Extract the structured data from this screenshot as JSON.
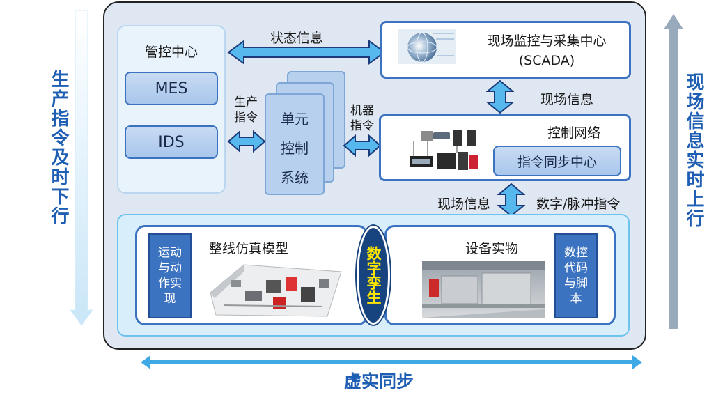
{
  "left_vertical": "生产指令及时下行",
  "right_vertical": "现场信息实时上行",
  "bottom_label": "虚实同步",
  "mgmt": {
    "title": "管控中心",
    "mes": "MES",
    "ids": "IDS"
  },
  "scada": {
    "title": "现场监控与采集中心",
    "subtitle": "(SCADA)"
  },
  "status_label": "状态信息",
  "field_info_1": "现场信息",
  "control_net": {
    "title": "控制网络",
    "sync": "指令同步中心"
  },
  "unit": {
    "label": "单元控制系统"
  },
  "prod_cmd": "生产指令",
  "machine_cmd": "机器指令",
  "field_info_2": "现场信息",
  "digital_cmd": "数字/脉冲指令",
  "sim": {
    "title": "整线仿真模型",
    "side": "运动与动作实现"
  },
  "equip": {
    "title": "设备实物",
    "side": "数控代码与脚本"
  },
  "twin": "数字孪生",
  "colors": {
    "accent": "#3c73c0",
    "arrow": "#56b8ec",
    "title_blue": "#1f5fb3",
    "twin_text": "#ffe600"
  }
}
